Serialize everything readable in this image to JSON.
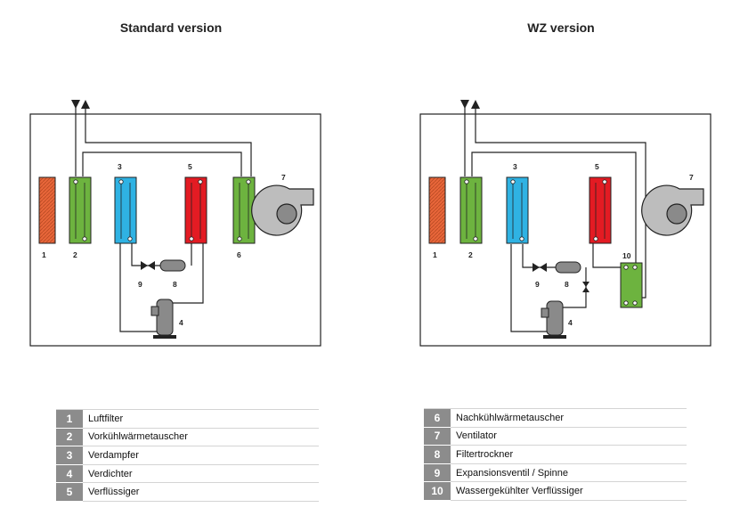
{
  "titles": {
    "standard": "Standard version",
    "wz": "WZ version"
  },
  "component_numbers": {
    "standard": [
      "1",
      "2",
      "3",
      "5",
      "6",
      "7",
      "9",
      "8",
      "4"
    ],
    "wz": [
      "1",
      "2",
      "3",
      "5",
      "7",
      "9",
      "8",
      "4",
      "10"
    ]
  },
  "legend_left": [
    {
      "num": "1",
      "label": "Luftfilter"
    },
    {
      "num": "2",
      "label": "Vorkühlwärmetauscher"
    },
    {
      "num": "3",
      "label": "Verdampfer"
    },
    {
      "num": "4",
      "label": "Verdichter"
    },
    {
      "num": "5",
      "label": "Verflüssiger"
    }
  ],
  "legend_right": [
    {
      "num": "6",
      "label": "Nachkühlwärmetauscher"
    },
    {
      "num": "7",
      "label": "Ventilator"
    },
    {
      "num": "8",
      "label": "Filtertrockner"
    },
    {
      "num": "9",
      "label": "Expansionsventil / Spinne"
    },
    {
      "num": "10",
      "label": "Wassergekühlter Verflüssiger"
    }
  ],
  "colors": {
    "filter": "#e8663a",
    "precooler": "#6db33f",
    "evaporator": "#2fb2e3",
    "condenser": "#e31b23",
    "fan": "#bdbdbd",
    "compressor": "#8a8a8a",
    "legend_num_bg": "#8c8c8c"
  }
}
